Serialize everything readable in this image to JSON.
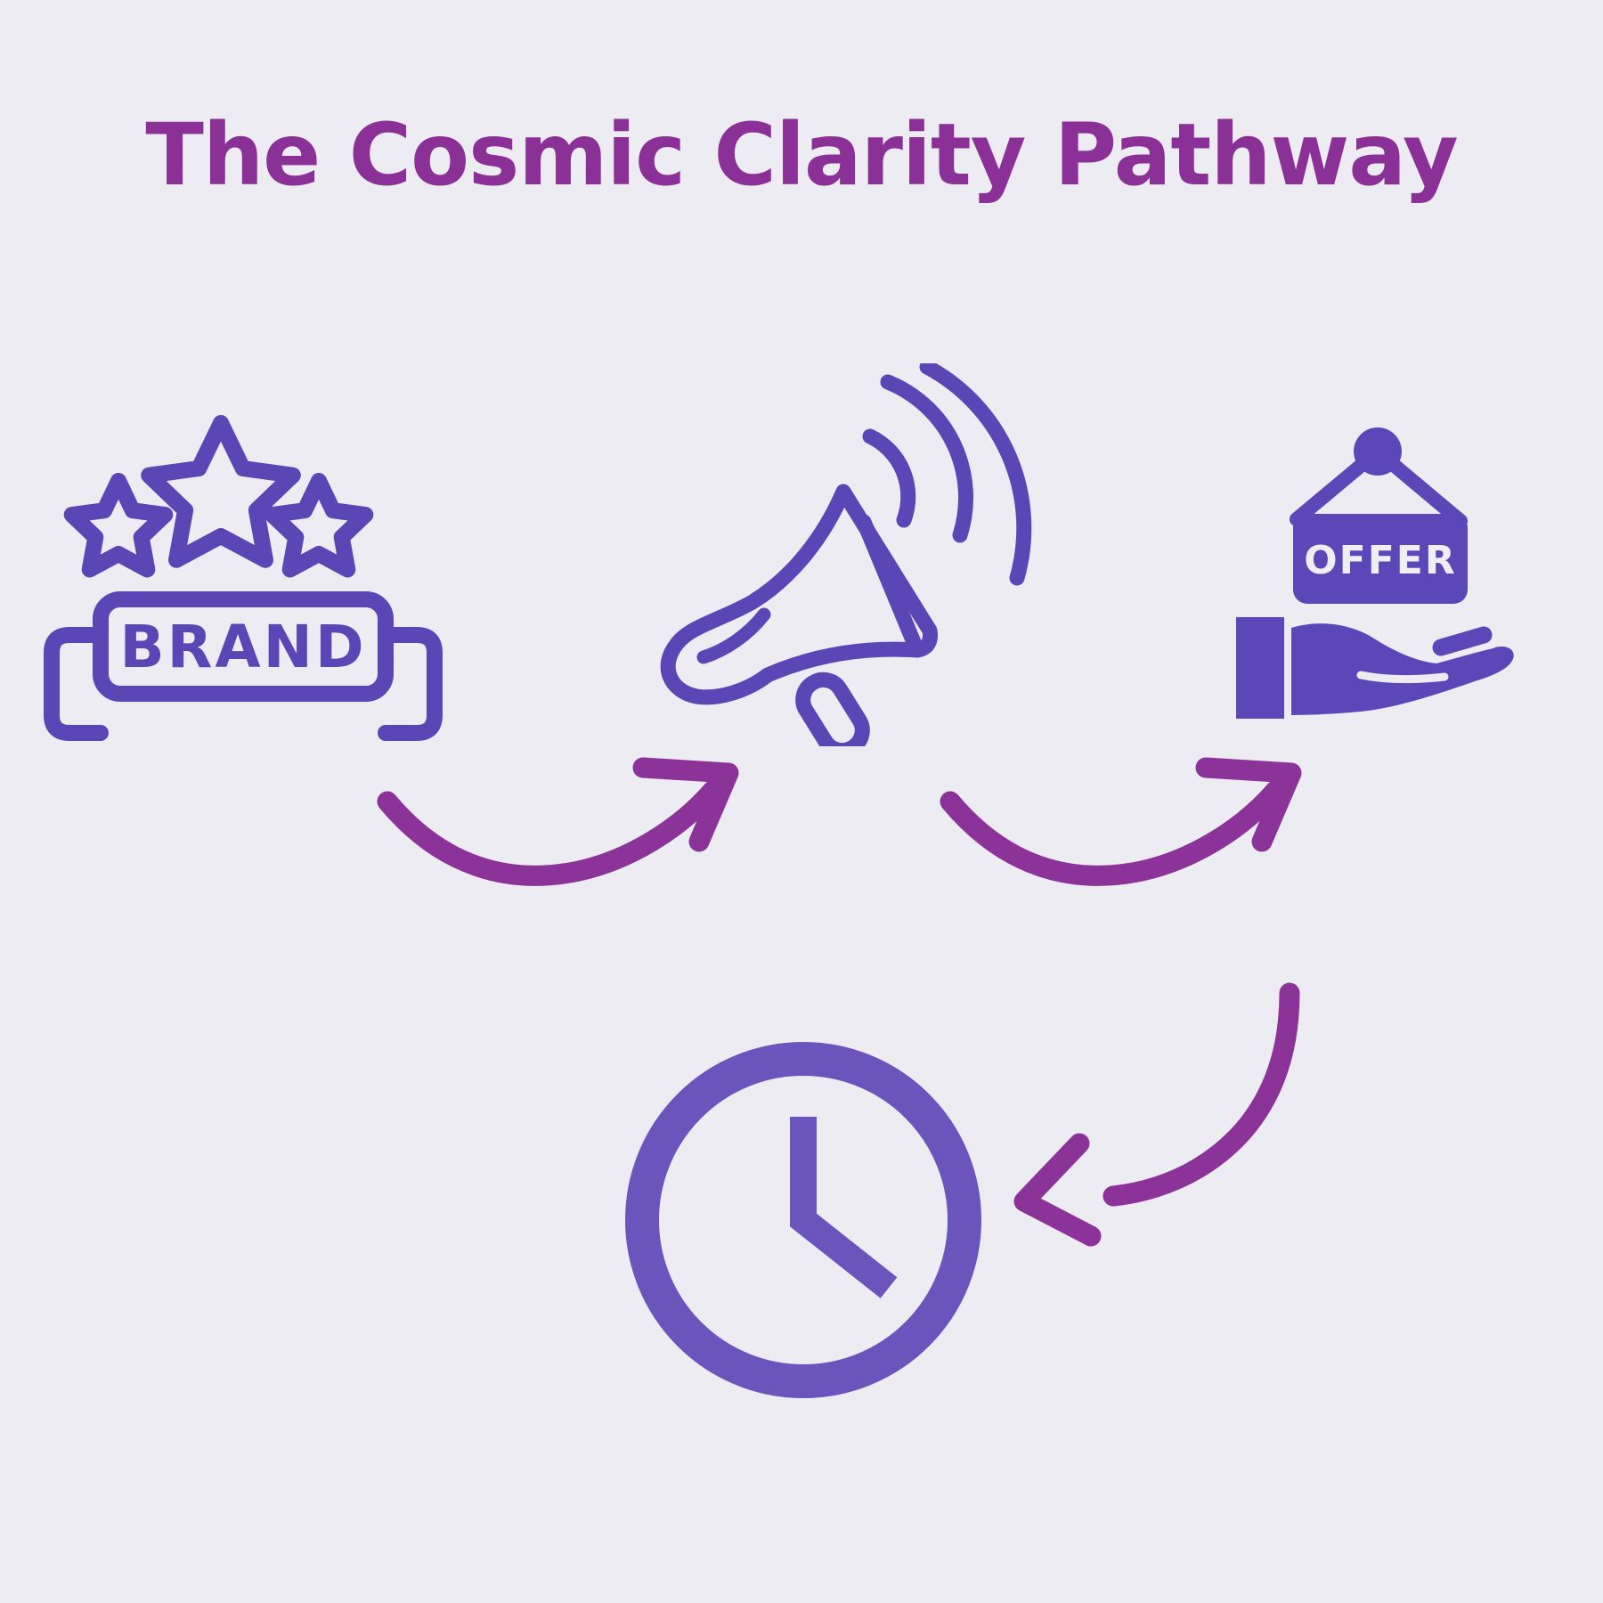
{
  "title": "The Cosmic Clarity Pathway",
  "steps": [
    {
      "id": "brand",
      "label": "BRAND",
      "icon": "brand-banner-stars-icon"
    },
    {
      "id": "announce",
      "label": "",
      "icon": "megaphone-icon"
    },
    {
      "id": "offer",
      "label": "OFFER",
      "icon": "offer-sign-hand-icon"
    },
    {
      "id": "time",
      "label": "",
      "icon": "clock-icon"
    }
  ],
  "clock": {
    "time_shown": "4:00"
  },
  "colors": {
    "background": "#edecf3",
    "title_purple": "#8a3097",
    "icon_outline_purple": "#5a46b4",
    "icon_fill_purple": "#5c47b8",
    "clock_purple": "#6b55bd",
    "arrow_purple": "#8b3399",
    "sign_text_white": "#efeef5"
  }
}
